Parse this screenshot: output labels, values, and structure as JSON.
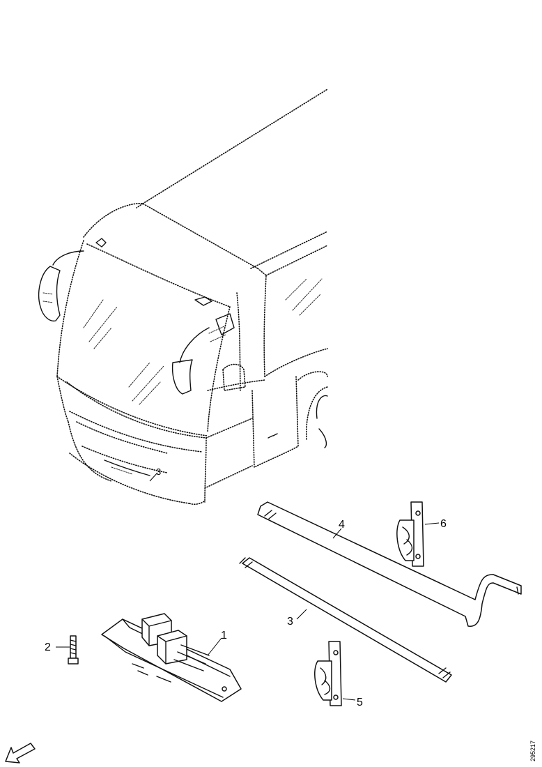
{
  "figure": {
    "document_id": "295217",
    "callouts": [
      {
        "id": "callout-1",
        "text": "1"
      },
      {
        "id": "callout-2",
        "text": "2"
      },
      {
        "id": "callout-3-front",
        "text": "3"
      },
      {
        "id": "callout-3-bar",
        "text": "3"
      },
      {
        "id": "callout-4",
        "text": "4"
      },
      {
        "id": "callout-5",
        "text": "5"
      },
      {
        "id": "callout-6",
        "text": "6"
      }
    ],
    "orientation_icon": "direction-arrow-icon"
  }
}
